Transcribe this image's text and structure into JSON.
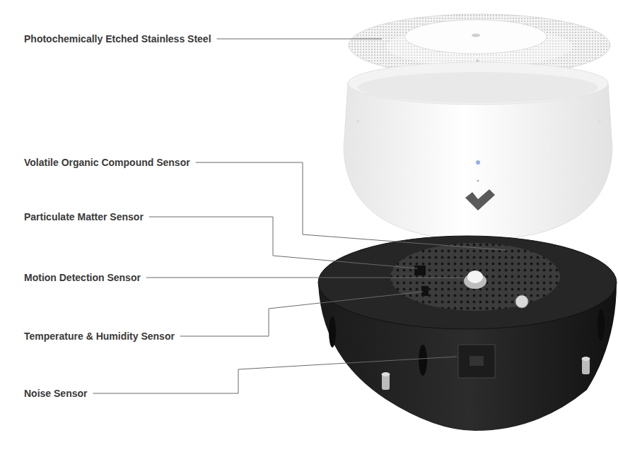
{
  "diagram": {
    "labels": [
      "Photochemically Etched Stainless Steel",
      "Volatile Organic Compound Sensor",
      "Particulate Matter Sensor",
      "Motion Detection Sensor",
      "Temperature & Humidity Sensor",
      "Noise Sensor"
    ]
  }
}
